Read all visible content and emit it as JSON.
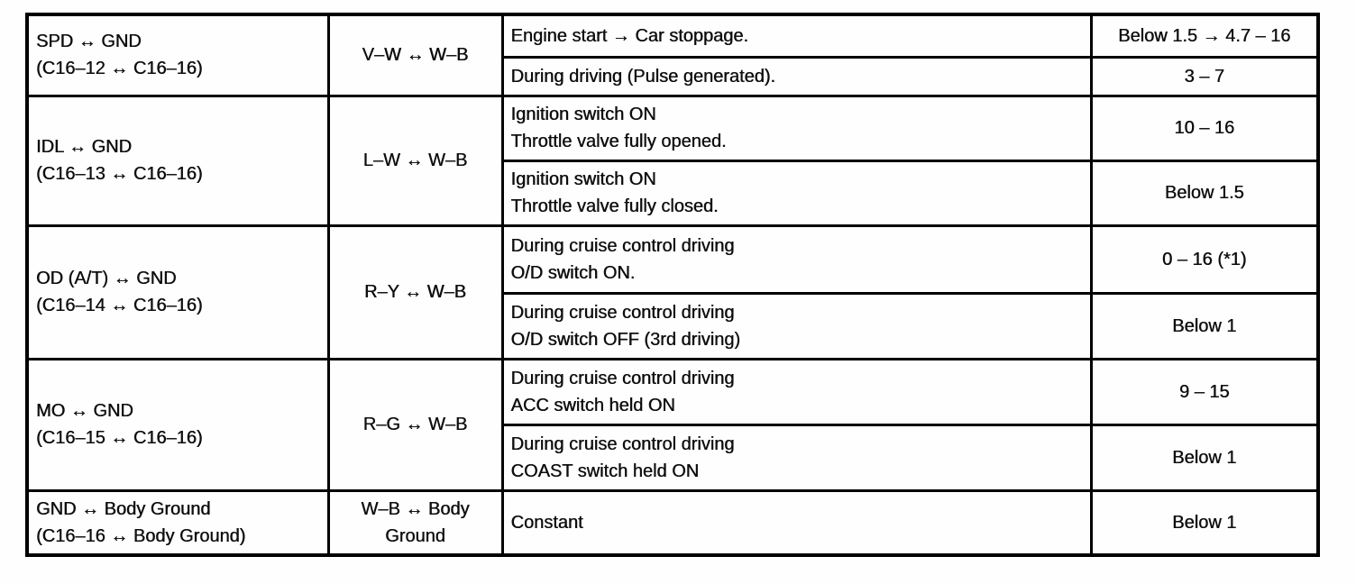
{
  "table": {
    "description": "Terminal voltage inspection table (scanned service manual)",
    "border_color": "#000000",
    "text_color": "#0e0e0e",
    "background": "#fefefe",
    "rows": [
      {
        "terminal": "SPD ↔ GND\n(C16–12 ↔ C16–16)",
        "wire": "V–W ↔ W–B",
        "conditions": [
          {
            "text": "Engine start → Car stoppage.",
            "value": "Below 1.5 → 4.7 – 16"
          },
          {
            "text": "During driving (Pulse generated).",
            "value": "3 – 7"
          }
        ]
      },
      {
        "terminal": "IDL ↔ GND\n(C16–13 ↔ C16–16)",
        "wire": "L–W ↔ W–B",
        "conditions": [
          {
            "text": "Ignition switch ON\nThrottle valve fully opened.",
            "value": "10 – 16"
          },
          {
            "text": "Ignition switch ON\nThrottle valve fully closed.",
            "value": "Below 1.5"
          }
        ]
      },
      {
        "terminal": "OD (A/T) ↔ GND\n(C16–14 ↔ C16–16)",
        "wire": "R–Y ↔ W–B",
        "conditions": [
          {
            "text": "During cruise control driving\nO/D switch ON.",
            "value": "0 – 16 (*1)"
          },
          {
            "text": "During cruise control driving\nO/D switch OFF (3rd driving)",
            "value": "Below 1"
          }
        ]
      },
      {
        "terminal": "MO ↔ GND\n(C16–15 ↔ C16–16)",
        "wire": "R–G ↔ W–B",
        "conditions": [
          {
            "text": "During cruise control driving\nACC switch held ON",
            "value": "9 – 15"
          },
          {
            "text": "During cruise control driving\nCOAST switch held ON",
            "value": "Below 1"
          }
        ]
      },
      {
        "terminal": "GND ↔ Body Ground\n(C16–16 ↔ Body Ground)",
        "wire": "W–B ↔ Body\nGround",
        "conditions": [
          {
            "text": "Constant",
            "value": "Below 1"
          }
        ]
      }
    ]
  }
}
